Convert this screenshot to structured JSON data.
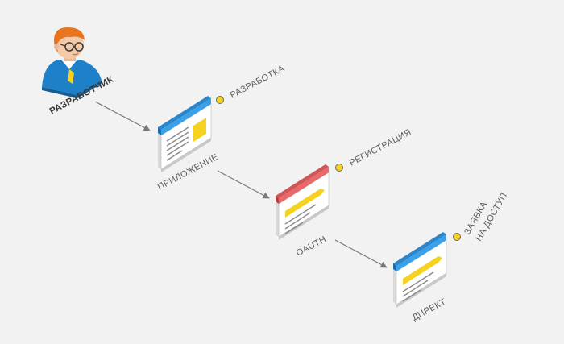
{
  "developer": {
    "label": "РАЗРАБОТЧИК",
    "icon": "developer-avatar-icon"
  },
  "nodes": [
    {
      "id": "app",
      "label": "ПРИЛОЖЕНИЕ",
      "stage": "РАЗРАБОТКА",
      "header_color": "#3aa0e8",
      "icon": "app-window-icon"
    },
    {
      "id": "oauth",
      "label": "OAUTH",
      "stage": "РЕГИСТРАЦИЯ",
      "header_color": "#e86a6a",
      "icon": "oauth-window-icon"
    },
    {
      "id": "direct",
      "label": "ДИРЕКТ",
      "stage_lines": [
        "ЗАЯВКА",
        "НА ДОСТУП"
      ],
      "header_color": "#3aa0e8",
      "icon": "direct-window-icon"
    }
  ],
  "colors": {
    "background": "#f2f2f2",
    "accent_yellow": "#f5d21f",
    "arrow": "#7a7a7a",
    "window_body": "#ffffff",
    "window_side": "#d9d9d9",
    "window_line": "#8a8a8a"
  }
}
